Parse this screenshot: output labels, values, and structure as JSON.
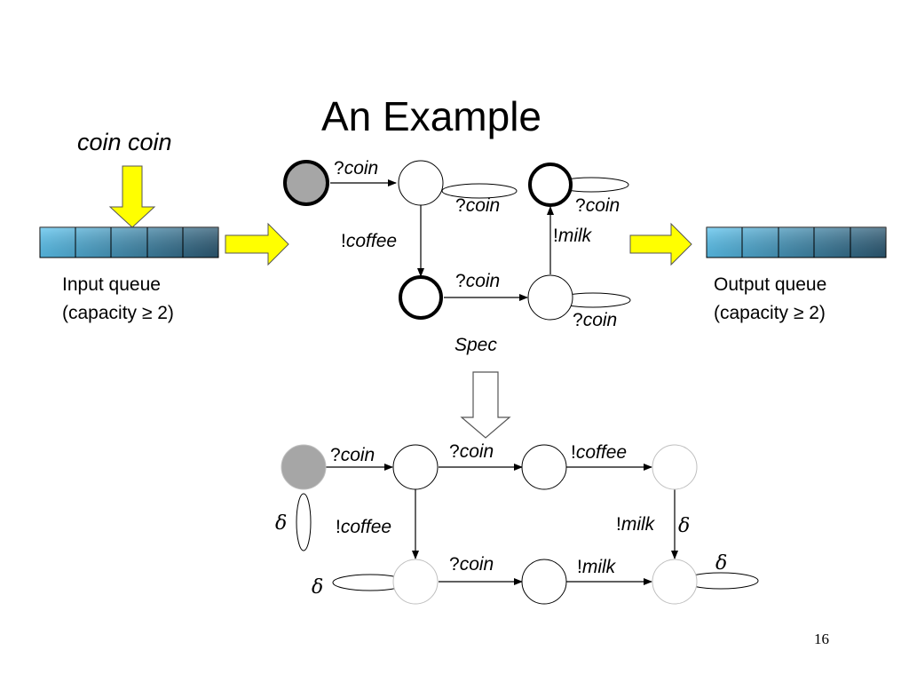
{
  "slide": {
    "title": "An Example",
    "page_number": "16"
  },
  "input_side": {
    "tokens": "coin coin",
    "queue_label_line1": "Input queue",
    "queue_label_line2": "(capacity ≥ 2)"
  },
  "output_side": {
    "queue_label_line1": "Output queue",
    "queue_label_line2": "(capacity ≥ 2)"
  },
  "spec": {
    "name": "Spec",
    "labels": {
      "coin_top": {
        "prefix": "?",
        "action": "coin"
      },
      "coin_loop_1": {
        "prefix": "?",
        "action": "coin"
      },
      "coffee": {
        "prefix": "!",
        "action": "coffee"
      },
      "coin_bottom": {
        "prefix": "?",
        "action": "coin"
      },
      "coin_loop_4": {
        "prefix": "?",
        "action": "coin"
      },
      "milk": {
        "prefix": "!",
        "action": "milk"
      },
      "coin_loop_final": {
        "prefix": "?",
        "action": "coin"
      }
    }
  },
  "result": {
    "labels": {
      "coin_1": {
        "prefix": "?",
        "action": "coin"
      },
      "coin_2": {
        "prefix": "?",
        "action": "coin"
      },
      "coffee_top": {
        "prefix": "!",
        "action": "coffee"
      },
      "coffee_down": {
        "prefix": "!",
        "action": "coffee"
      },
      "milk_down": {
        "prefix": "!",
        "action": "milk"
      },
      "coin_bottom": {
        "prefix": "?",
        "action": "coin"
      },
      "milk_bottom": {
        "prefix": "!",
        "action": "milk"
      }
    },
    "delta_symbol": "δ"
  },
  "colors": {
    "queue_light": "#5bc4f0",
    "queue_dark": "#2c5872",
    "arrow_fill": "#ffff00",
    "initial_state_fill": "#a6a6a6"
  }
}
